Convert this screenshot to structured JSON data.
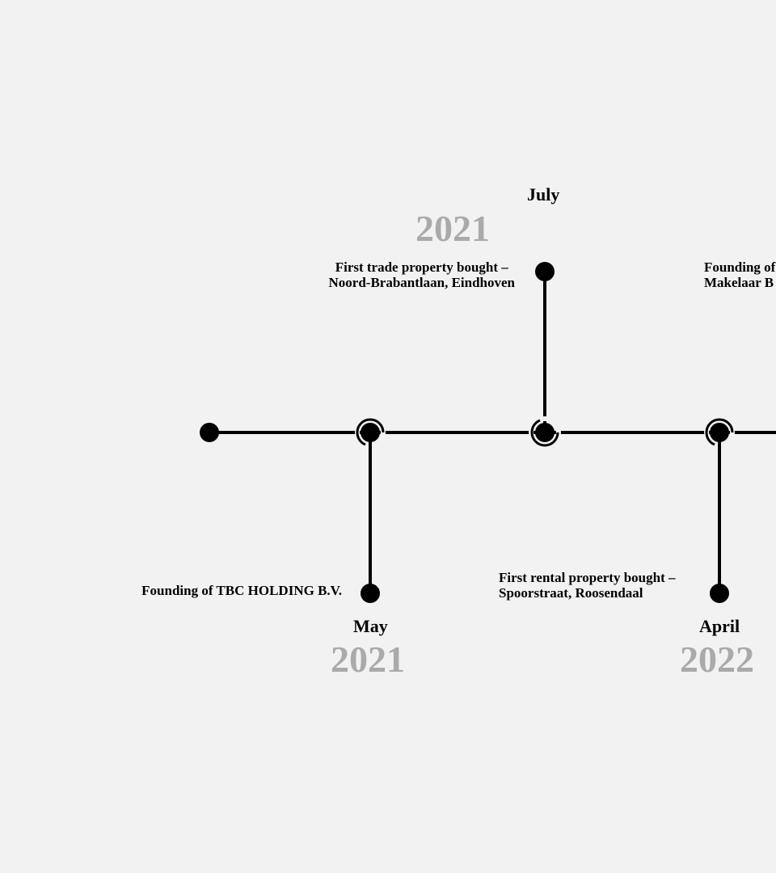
{
  "colors": {
    "background": "#f2f2f2",
    "line": "#000000",
    "year_text": "#aaaaaa"
  },
  "timeline": {
    "events": [
      {
        "month": "May",
        "year": "2021",
        "description": [
          "Founding of TBC HOLDING B.V."
        ]
      },
      {
        "month": "July",
        "year": "2021",
        "description": [
          "First trade property bought –",
          "Noord-Brabantlaan, Eindhoven"
        ]
      },
      {
        "month": "April",
        "year": "2022",
        "description": [
          "First rental property bought –",
          "Spoorstraat, Roosendaal"
        ]
      },
      {
        "month": "",
        "year": "",
        "description": [
          "Founding of",
          "Makelaar B"
        ]
      }
    ]
  }
}
